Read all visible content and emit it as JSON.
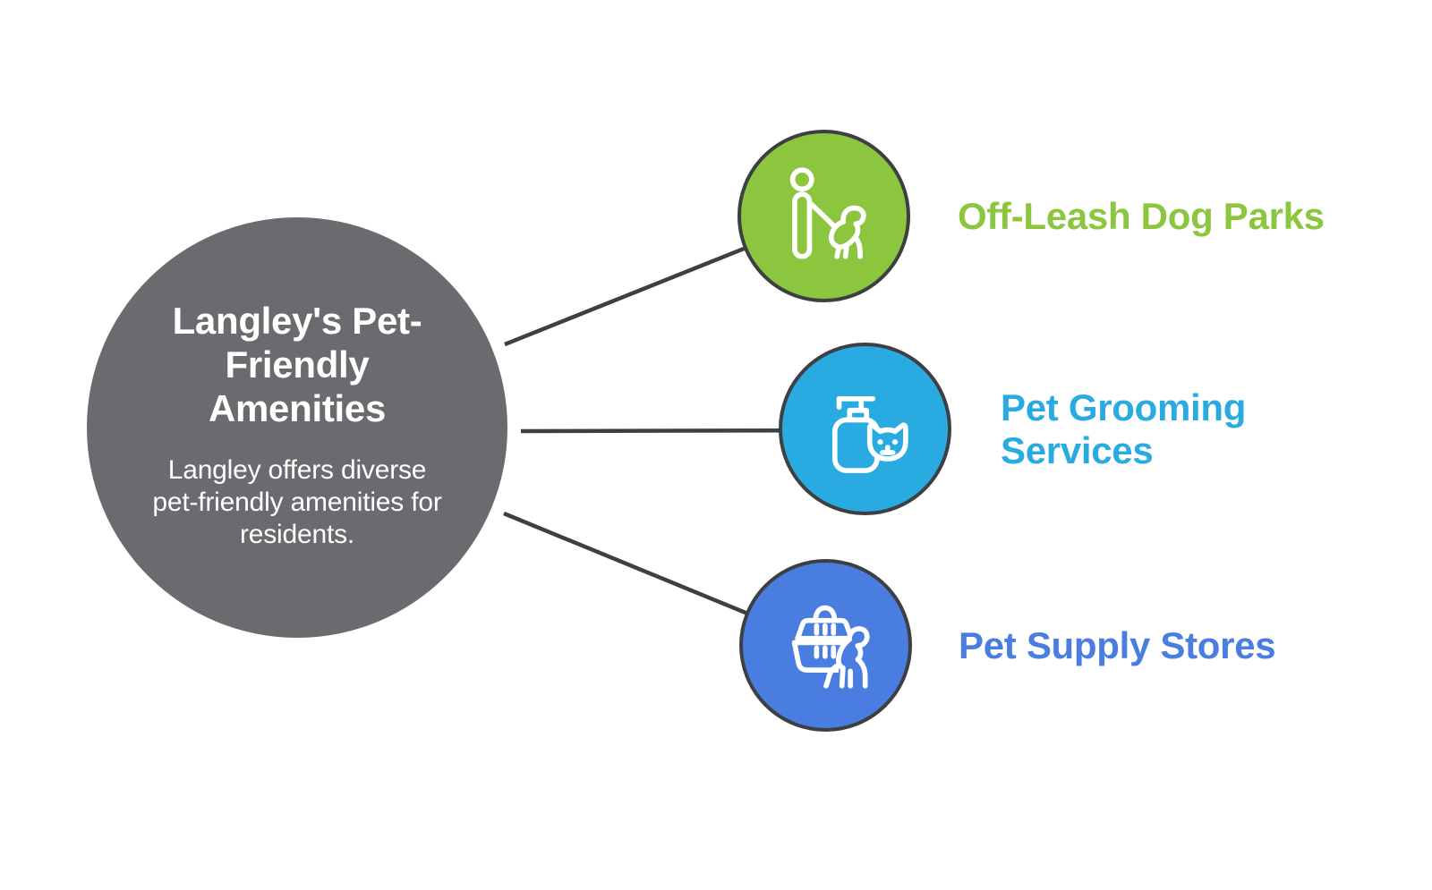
{
  "title_node": {
    "title": "Langley's Pet-Friendly Amenities",
    "description": "Langley offers diverse pet-friendly amenities for residents.",
    "fill": "#6A6B6E",
    "text_color": "#FFFFFF"
  },
  "nodes": [
    {
      "id": "off-leash-dog-parks",
      "label": "Off-Leash Dog Parks",
      "fill": "#8CC63F",
      "icon": "person-walking-dog-icon"
    },
    {
      "id": "pet-grooming-services",
      "label": "Pet Grooming Services",
      "fill": "#29ABE2",
      "icon": "shampoo-bottle-cat-icon"
    },
    {
      "id": "pet-supply-stores",
      "label": "Pet Supply Stores",
      "fill": "#4A7DE0",
      "icon": "pet-carrier-dog-icon"
    }
  ],
  "connectors": {
    "color": "#3E3F43"
  }
}
